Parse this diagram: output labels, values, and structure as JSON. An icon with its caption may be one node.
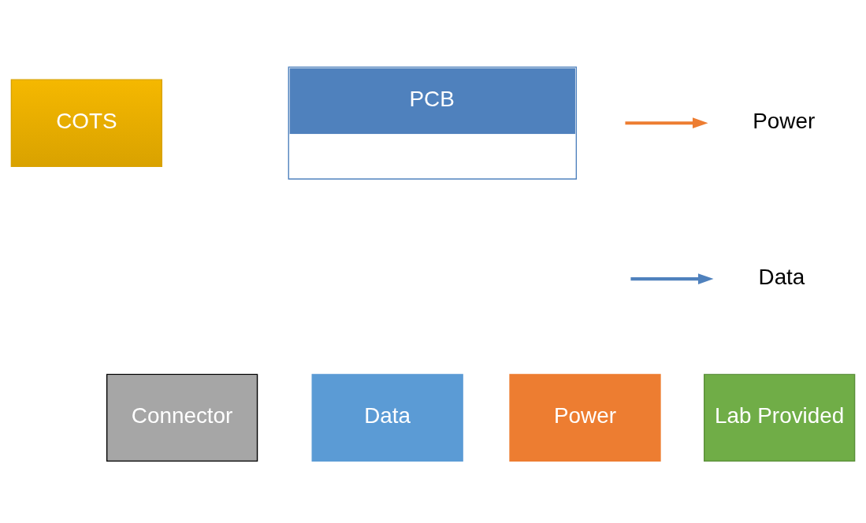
{
  "diagram": {
    "nodes": [
      {
        "text": [
          "COTS"
        ]
      },
      {
        "text": [
          "PCB"
        ]
      },
      {
        "text": [
          "Connector"
        ]
      },
      {
        "text": [
          "Data"
        ]
      },
      {
        "text": [
          "Power"
        ]
      },
      {
        "text": [
          "Lab Provided"
        ]
      }
    ],
    "edges": [],
    "legend": [
      {
        "text": "Power"
      },
      {
        "text": "Data"
      }
    ]
  }
}
